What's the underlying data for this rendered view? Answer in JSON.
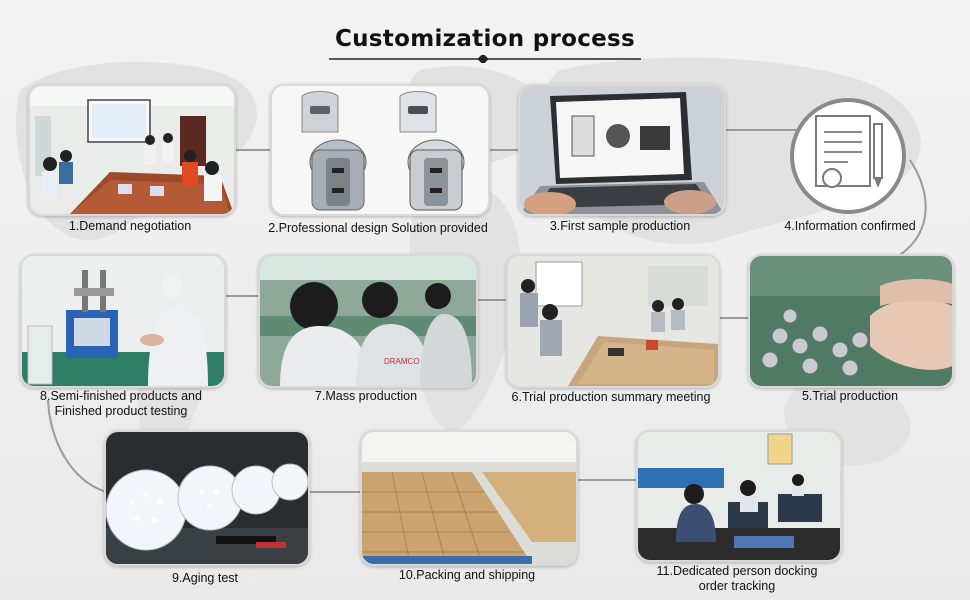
{
  "title": "Customization process",
  "steps": [
    {
      "id": 1,
      "caption": "1.Demand negotiation",
      "scene": "meeting-room-photo"
    },
    {
      "id": 2,
      "caption": "2.Professional design Solution provided",
      "scene": "usb-socket-render-photo"
    },
    {
      "id": 3,
      "caption": "3.First sample production",
      "scene": "laptop-cad-photo"
    },
    {
      "id": 4,
      "caption": "4.Information confirmed",
      "scene": "document-pen-icon"
    },
    {
      "id": 5,
      "caption": "5.Trial production",
      "scene": "hands-assembly-photo"
    },
    {
      "id": 6,
      "caption": "6.Trial production summary meeting",
      "scene": "office-meeting-photo"
    },
    {
      "id": 7,
      "caption": "7.Mass production",
      "scene": "assembly-line-photo"
    },
    {
      "id": 8,
      "caption_lines": [
        "8.Semi-finished products and",
        "Finished product testing"
      ],
      "scene": "testing-machine-photo"
    },
    {
      "id": 9,
      "caption": "9.Aging test",
      "scene": "lamps-aging-photo"
    },
    {
      "id": 10,
      "caption": "10.Packing and shipping",
      "scene": "cartons-warehouse-photo"
    },
    {
      "id": 11,
      "caption_lines": [
        "11.Dedicated person docking",
        "order tracking"
      ],
      "scene": "customer-service-photo"
    }
  ],
  "photo_text": {
    "shirt_brand": "DRAMCO"
  },
  "colors": {
    "background": "#eeeeee",
    "connector": "#9a9a9a",
    "title": "#111111",
    "frame": "#d9d9d9"
  }
}
